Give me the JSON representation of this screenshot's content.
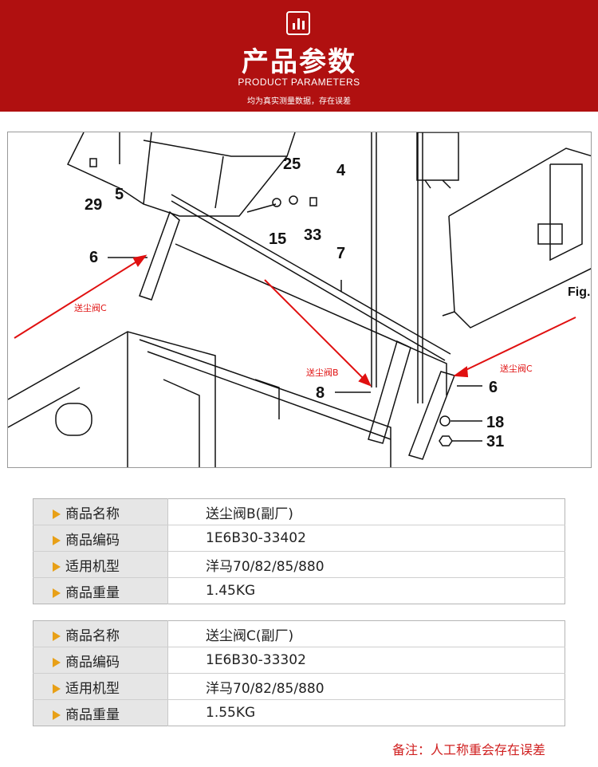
{
  "header": {
    "title": "产品参数",
    "subtitle": "PRODUCT PARAMETERS",
    "note": "均为真实测量数据，存在误差"
  },
  "diagram": {
    "part_numbers": [
      "29",
      "5",
      "25",
      "4",
      "15",
      "33",
      "7",
      "6",
      "8",
      "6",
      "18",
      "31"
    ],
    "figure_label": "Fig.",
    "callouts": [
      "送尘阀C",
      "送尘阀B",
      "送尘阀C"
    ],
    "arrow_color": "#e01010"
  },
  "tables": [
    {
      "rows": [
        {
          "key": "商品名称",
          "value": "送尘阀B(副厂)"
        },
        {
          "key": "商品编码",
          "value": "1E6B30-33402"
        },
        {
          "key": "适用机型",
          "value": "洋马70/82/85/880"
        },
        {
          "key": "商品重量",
          "value": "1.45KG"
        }
      ]
    },
    {
      "rows": [
        {
          "key": "商品名称",
          "value": "送尘阀C(副厂)"
        },
        {
          "key": "商品编码",
          "value": "1E6B30-33302"
        },
        {
          "key": "适用机型",
          "value": "洋马70/82/85/880"
        },
        {
          "key": "商品重量",
          "value": "1.55KG"
        }
      ]
    }
  ],
  "footnote": "备注：人工称重会存在误差",
  "colors": {
    "header_bg": "#b01010",
    "key_cell_bg": "#e6e6e6",
    "arrow": "#e8a017",
    "footnote": "#d02020"
  }
}
